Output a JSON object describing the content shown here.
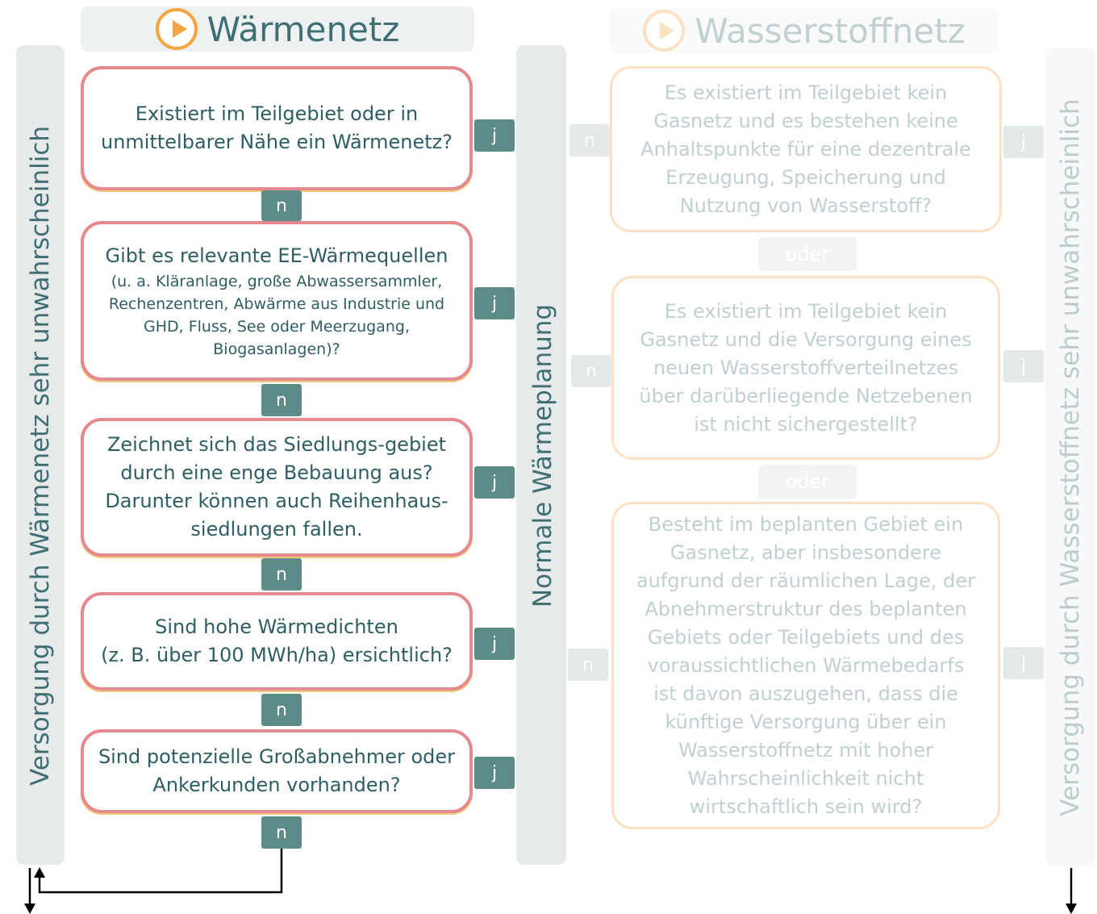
{
  "left_header": {
    "title": "Wärmenetz",
    "icon": "play-icon"
  },
  "right_header": {
    "title": "Wasserstoffnetz",
    "icon": "play-icon"
  },
  "left_side_label": "Versorgung durch Wärmenetz sehr unwahrscheinlich",
  "middle_label": "Normale Wärmeplanung",
  "right_side_label": "Versorgung durch Wasserstoffnetz sehr unwahrscheinlich",
  "left_questions": [
    {
      "main": "Existiert im Teilgebiet oder in\nunmittelbarer Nähe ein Wärmenetz?",
      "yes": "j",
      "no": "n"
    },
    {
      "main": "Gibt es relevante EE-Wärmequellen",
      "sub": "(u. a. Kläranlage, große Abwassersammler,\nRechenzentren, Abwärme aus Industrie und\nGHD, Fluss, See oder Meerzugang,\nBiogasanlagen)?",
      "yes": "j",
      "no": "n"
    },
    {
      "main": "Zeichnet sich das Siedlungs-gebiet\ndurch eine enge Bebauung aus?\nDarunter können auch Reihenhaus-\nsiedlungen fallen.",
      "yes": "j",
      "no": "n"
    },
    {
      "main": "Sind hohe Wärmedichten\n(z. B. über 100 MWh/ha) ersichtlich?",
      "yes": "j",
      "no": "n"
    },
    {
      "main": "Sind potenzielle Großabnehmer oder\nAnkerkunden vorhanden?",
      "yes": "j",
      "no": "n"
    }
  ],
  "right_questions": [
    {
      "main": "Es existiert im Teilgebiet kein\nGasnetz und es bestehen keine\nAnhaltspunkte für eine dezentrale\nErzeugung, Speicherung und\nNutzung von Wasserstoff?",
      "yes": "j",
      "no": "n"
    },
    {
      "main": "Es existiert im Teilgebiet kein\nGasnetz und die Versorgung eines\nneuen Wasserstoffverteilnetzes\nüber darüberliegende Netzebenen\nist nicht sichergestellt?",
      "yes": "j",
      "no": "n"
    },
    {
      "main": "Besteht im beplanten Gebiet ein\nGasnetz, aber insbesondere\naufgrund der räumlichen Lage, der\nAbnehmerstruktur des beplanten\nGebiets oder Teilgebiets und des\nvoraussichtlichen Wärmebedarfs\nist davon auszugehen, dass die\nkünftige Versorgung über ein\nWasserstoffnetz mit hoher\nWahrscheinlichkeit nicht\nwirtschaftlich sein wird?",
      "yes": "j",
      "no": "n"
    }
  ],
  "connector": "oder",
  "colors": {
    "teal": "#3f6e73",
    "orange": "#f2a541",
    "red": "#e48a8f",
    "tag": "#5d8b87"
  }
}
